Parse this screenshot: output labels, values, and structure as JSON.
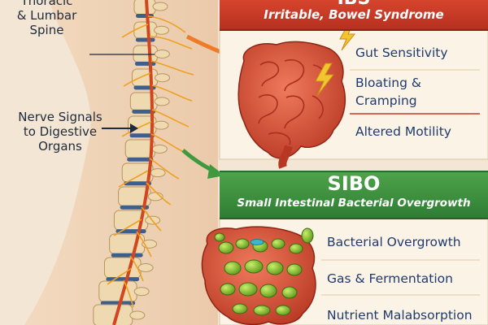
{
  "left_labels": {
    "spine": [
      "Thoracic",
      "& Lumbar",
      "Spine"
    ],
    "nerve": [
      "Nerve Signals",
      "to Digestive",
      "Organs"
    ]
  },
  "ibs": {
    "code": "IBS",
    "title": "Irritable, Bowel Syndrome",
    "symptoms": [
      "Gut Sensitivity",
      "Bloating &",
      "Cramping",
      "Altered Motility"
    ]
  },
  "sibo": {
    "code": "SIBO",
    "title": "Small Intestinal Bacterial Overgrowth",
    "symptoms": [
      "Bacterial Overgrowth",
      "Gas & Fermentation",
      "Nutrient Malabsorption"
    ]
  },
  "colors": {
    "ibs_red": "#c43a26",
    "sibo_green": "#3b8f3e",
    "text_blue": "#1f3a6e",
    "bone": "#efd9b0",
    "disc_blue": "#3e5f8c",
    "nerve_orange": "#f0a020",
    "intestine": "#d8533a"
  }
}
